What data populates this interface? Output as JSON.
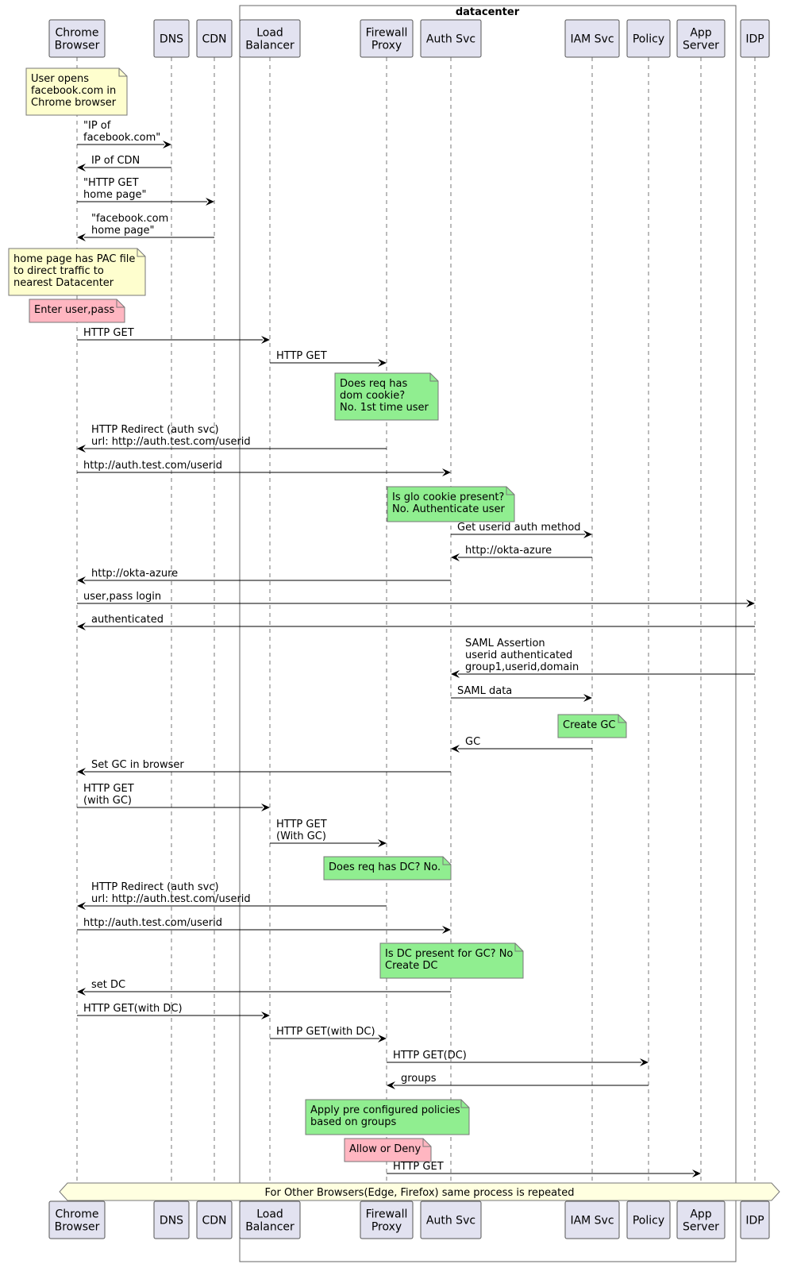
{
  "participants": [
    {
      "id": "chrome",
      "lines": [
        "Chrome",
        "Browser"
      ]
    },
    {
      "id": "dns",
      "lines": [
        "DNS"
      ]
    },
    {
      "id": "cdn",
      "lines": [
        "CDN"
      ]
    },
    {
      "id": "lb",
      "lines": [
        "Load",
        "Balancer"
      ]
    },
    {
      "id": "fw",
      "lines": [
        "Firewall",
        "Proxy"
      ]
    },
    {
      "id": "auth",
      "lines": [
        "Auth Svc"
      ]
    },
    {
      "id": "iam",
      "lines": [
        "IAM Svc"
      ]
    },
    {
      "id": "policy",
      "lines": [
        "Policy"
      ]
    },
    {
      "id": "app",
      "lines": [
        "App",
        "Server"
      ]
    },
    {
      "id": "idp",
      "lines": [
        "IDP"
      ]
    }
  ],
  "box": {
    "title": "datacenter"
  },
  "colors": {
    "note_default": "#fefece",
    "note_green": "#90ee90",
    "note_pink": "#ffb6c1",
    "participant": "#e2e2f0",
    "divider": "#ffffe0"
  },
  "events": [
    {
      "kind": "note",
      "over": "chrome",
      "color": "default",
      "lines": [
        "User opens",
        "facebook.com in",
        "Chrome browser"
      ]
    },
    {
      "kind": "msg",
      "from": "chrome",
      "to": "dns",
      "lines": [
        "\"IP of",
        "facebook.com\""
      ]
    },
    {
      "kind": "msg",
      "from": "dns",
      "to": "chrome",
      "lines": [
        "IP of CDN"
      ]
    },
    {
      "kind": "msg",
      "from": "chrome",
      "to": "cdn",
      "lines": [
        "\"HTTP GET",
        "home page\""
      ]
    },
    {
      "kind": "msg",
      "from": "cdn",
      "to": "chrome",
      "lines": [
        "\"facebook.com",
        "home page\""
      ]
    },
    {
      "kind": "note",
      "over": "chrome",
      "color": "default",
      "lines": [
        "home page has PAC file",
        "to direct traffic to",
        "nearest Datacenter"
      ]
    },
    {
      "kind": "note",
      "over": "chrome",
      "color": "pink",
      "lines": [
        "Enter user,pass"
      ]
    },
    {
      "kind": "msg",
      "from": "chrome",
      "to": "lb",
      "lines": [
        "HTTP GET"
      ]
    },
    {
      "kind": "msg",
      "from": "lb",
      "to": "fw",
      "lines": [
        "HTTP GET"
      ]
    },
    {
      "kind": "note",
      "over": "fw",
      "color": "green",
      "lines": [
        "Does req has",
        "dom cookie?",
        "No. 1st time user"
      ]
    },
    {
      "kind": "msg",
      "from": "fw",
      "to": "chrome",
      "lines": [
        "HTTP Redirect (auth svc)",
        "url: http://auth.test.com/userid"
      ]
    },
    {
      "kind": "msg",
      "from": "chrome",
      "to": "auth",
      "lines": [
        "http://auth.test.com/userid"
      ]
    },
    {
      "kind": "note",
      "over": "auth",
      "color": "green",
      "lines": [
        "Is glo cookie present?",
        "No. Authenticate user"
      ]
    },
    {
      "kind": "msg",
      "from": "auth",
      "to": "iam",
      "lines": [
        "Get userid auth method"
      ]
    },
    {
      "kind": "msg",
      "from": "iam",
      "to": "auth",
      "lines": [
        "http://okta-azure"
      ]
    },
    {
      "kind": "msg",
      "from": "auth",
      "to": "chrome",
      "lines": [
        "http://okta-azure"
      ]
    },
    {
      "kind": "msg",
      "from": "chrome",
      "to": "idp",
      "lines": [
        "user,pass login"
      ]
    },
    {
      "kind": "msg",
      "from": "idp",
      "to": "chrome",
      "lines": [
        "authenticated"
      ]
    },
    {
      "kind": "msg",
      "from": "idp",
      "to": "auth",
      "lines": [
        "SAML Assertion",
        "userid authenticated",
        "group1,userid,domain"
      ]
    },
    {
      "kind": "msg",
      "from": "auth",
      "to": "iam",
      "lines": [
        "SAML data"
      ]
    },
    {
      "kind": "note",
      "over": "iam",
      "color": "green",
      "lines": [
        "Create GC"
      ]
    },
    {
      "kind": "msg",
      "from": "iam",
      "to": "auth",
      "lines": [
        "GC"
      ]
    },
    {
      "kind": "msg",
      "from": "auth",
      "to": "chrome",
      "lines": [
        "Set GC in browser"
      ]
    },
    {
      "kind": "msg",
      "from": "chrome",
      "to": "lb",
      "lines": [
        "HTTP GET",
        "(with GC)"
      ]
    },
    {
      "kind": "msg",
      "from": "lb",
      "to": "fw",
      "lines": [
        "HTTP GET",
        "(With GC)"
      ]
    },
    {
      "kind": "note",
      "over": "fw",
      "color": "green",
      "lines": [
        "Does req has DC? No."
      ]
    },
    {
      "kind": "msg",
      "from": "fw",
      "to": "chrome",
      "lines": [
        "HTTP Redirect (auth svc)",
        "url: http://auth.test.com/userid"
      ]
    },
    {
      "kind": "msg",
      "from": "chrome",
      "to": "auth",
      "lines": [
        "http://auth.test.com/userid"
      ]
    },
    {
      "kind": "note",
      "over": "auth",
      "color": "green",
      "lines": [
        "Is DC present for GC? No",
        "Create DC"
      ]
    },
    {
      "kind": "msg",
      "from": "auth",
      "to": "chrome",
      "lines": [
        "set DC"
      ]
    },
    {
      "kind": "msg",
      "from": "chrome",
      "to": "lb",
      "lines": [
        "HTTP GET(with DC)"
      ]
    },
    {
      "kind": "msg",
      "from": "lb",
      "to": "fw",
      "lines": [
        "HTTP GET(with DC)"
      ]
    },
    {
      "kind": "msg",
      "from": "fw",
      "to": "policy",
      "lines": [
        "HTTP GET(DC)"
      ]
    },
    {
      "kind": "msg",
      "from": "policy",
      "to": "fw",
      "lines": [
        "groups"
      ]
    },
    {
      "kind": "note",
      "over": "fw",
      "color": "green",
      "lines": [
        "Apply pre configured policies",
        "based on groups"
      ]
    },
    {
      "kind": "note",
      "over": "fw",
      "color": "pink",
      "lines": [
        "Allow or Deny"
      ]
    },
    {
      "kind": "msg",
      "from": "fw",
      "to": "app",
      "lines": [
        "HTTP GET"
      ]
    },
    {
      "kind": "divider",
      "text": "For Other Browsers(Edge, Firefox) same process is repeated"
    }
  ]
}
